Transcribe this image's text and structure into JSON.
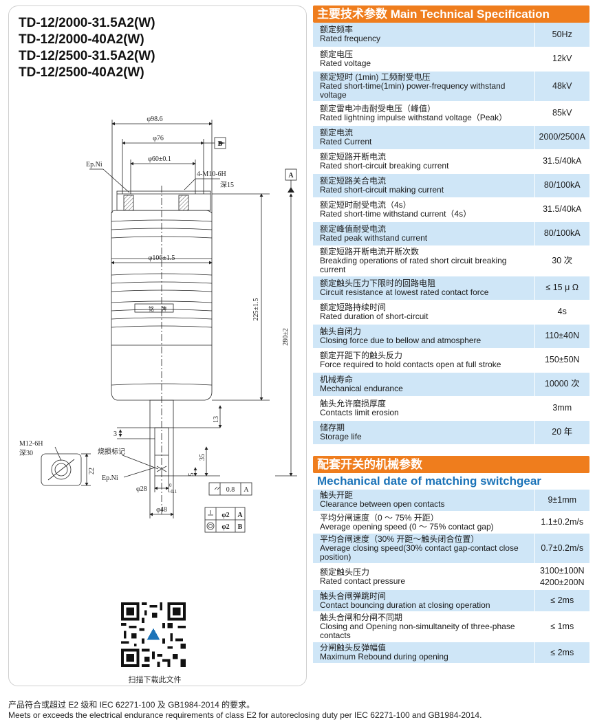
{
  "models": [
    "TD-12/2000-31.5A2(W)",
    "TD-12/2000-40A2(W)",
    "TD-12/2500-31.5A2(W)",
    "TD-12/2500-40A2(W)"
  ],
  "drawing": {
    "dims": {
      "d98": "φ98.6",
      "d76": "φ76",
      "d60": "φ60±0.1",
      "thread_top": "4-M10-6H",
      "depth15": "深15",
      "ep_ni_top": "Ep.Ni",
      "ref_b": "B",
      "ref_a": "A",
      "d106": "φ106±1.5",
      "h225": "225±1.5",
      "h280": "280±2",
      "nameplate1": "铭",
      "nameplate2": "牌",
      "dim3": "3",
      "dim13": "13",
      "dim35": "35",
      "dim5": "5",
      "dim22": "22",
      "thread_side": "M12-6H",
      "depth30": "深30",
      "wear_mark": "烧损标记",
      "ep_ni_bottom": "Ep.Ni",
      "d28": "φ28",
      "d28tol": "-0.1",
      "d28tol0": "0",
      "d48": "φ48",
      "tol_parallel": "0.8",
      "tol_parallel_ref": "A",
      "tol_perp": "φ2",
      "tol_perp_ref": "A",
      "tol_coax": "φ2",
      "tol_coax_ref": "B"
    }
  },
  "qr_label": "扫描下载此文件",
  "main_spec": {
    "title": "主要技术参数 Main Technical Specification",
    "rows": [
      {
        "zh": "额定频率",
        "en": "Rated frequency",
        "val": "50Hz"
      },
      {
        "zh": "额定电压",
        "en": "Rated voltage",
        "val": "12kV"
      },
      {
        "zh": "额定短时 (1min) 工频耐受电压",
        "en": "Rated short-time(1min) power-frequency withstand voltage",
        "val": "48kV"
      },
      {
        "zh": "额定雷电冲击耐受电压（峰值）",
        "en": "Rated lightning impulse withstand voltage（Peak）",
        "val": "85kV"
      },
      {
        "zh": "额定电流",
        "en": "Rated Current",
        "val": "2000/2500A"
      },
      {
        "zh": "额定短路开断电流",
        "en": "Rated short-circuit breaking current",
        "val": "31.5/40kA"
      },
      {
        "zh": "额定短路关合电流",
        "en": "Rated short-circuit making current",
        "val": "80/100kA"
      },
      {
        "zh": "额定短时耐受电流（4s）",
        "en": "Rated short-time withstand current（4s）",
        "val": "31.5/40kA"
      },
      {
        "zh": "额定峰值耐受电流",
        "en": "Rated peak withstand current",
        "val": "80/100kA"
      },
      {
        "zh": "额定短路开断电流开断次数",
        "en": "Breakding operations of rated short circuit breaking current",
        "val": "30 次"
      },
      {
        "zh": "额定触头压力下限时的回路电阻",
        "en": "Circuit resistance at lowest rated contact force",
        "val": "≤ 15 μ Ω"
      },
      {
        "zh": "额定短路持续时间",
        "en": "Rated duration of short-circuit",
        "val": "4s"
      },
      {
        "zh": "触头自闭力",
        "en": "Closing force due to bellow and atmosphere",
        "val": "110±40N"
      },
      {
        "zh": "额定开距下的触头反力",
        "en": "Force required to hold contacts open at full stroke",
        "val": "150±50N"
      },
      {
        "zh": "机械寿命",
        "en": "Mechanical endurance",
        "val": "10000 次"
      },
      {
        "zh": "触头允许磨损厚度",
        "en": "Contacts limit erosion",
        "val": "3mm"
      },
      {
        "zh": "储存期",
        "en": "Storage life",
        "val": "20 年"
      }
    ]
  },
  "mech_spec": {
    "title": "配套开关的机械参数",
    "subtitle": "Mechanical date of matching switchgear",
    "rows": [
      {
        "zh": "触头开距",
        "en": "Clearance between open contacts",
        "val": "9±1mm"
      },
      {
        "zh": "平均分闸速度（0 ～ 75% 开距）",
        "en": "Average opening speed (0 ～ 75% contact gap)",
        "val": "1.1±0.2m/s"
      },
      {
        "zh": "平均合闸速度（30% 开距～触头闭合位置）",
        "en": "Average closing speed(30% contact gap-contact close position)",
        "val": "0.7±0.2m/s"
      },
      {
        "zh": "额定触头压力",
        "en": "Rated contact pressure",
        "val": "3100±100N",
        "val2": "4200±200N"
      },
      {
        "zh": "触头合闸弹跳时间",
        "en": "Contact bouncing duration at closing operation",
        "val": "≤ 2ms"
      },
      {
        "zh": "触头合闸和分闸不同期",
        "en": "Closing and Opening non-simultaneity of three-phase contacts",
        "val": "≤ 1ms"
      },
      {
        "zh": "分闸触头反弹幅值",
        "en": "Maximum Rebound during opening",
        "val": "≤ 2ms"
      }
    ]
  },
  "footer": {
    "zh": "产品符合或超过 E2 级和 IEC 62271-100 及 GB1984-2014 的要求。",
    "en": "Meets or exceeds the electrical endurance requirements of class E2 for autoreclosing duty per IEC 62271-100 and GB1984-2014."
  },
  "colors": {
    "orange": "#ef7d1d",
    "blue_title": "#1b73b8",
    "row_alt": "#cfe6f7"
  }
}
